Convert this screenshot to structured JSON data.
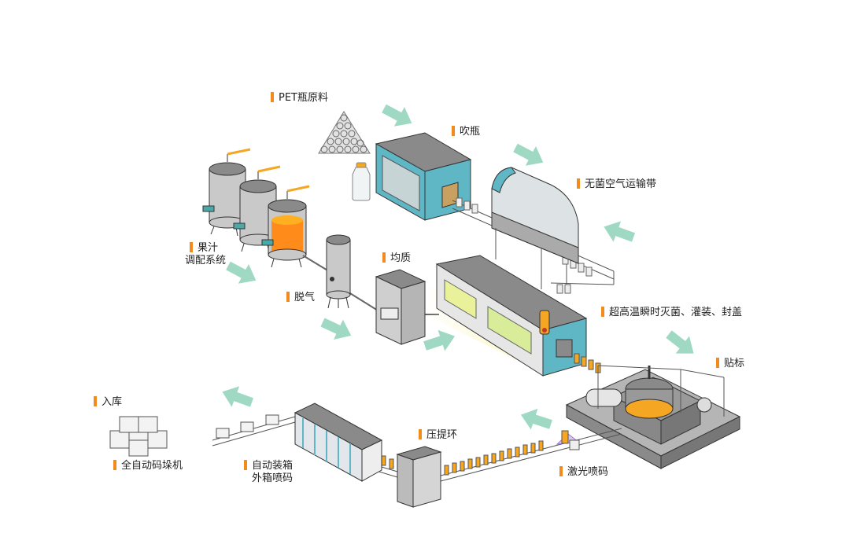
{
  "title": "果汁生产线流程图",
  "labels": {
    "pet_material": "PET瓶原料",
    "blow_molding": "吹瓶",
    "sterile_air_conveyor": "无菌空气运输带",
    "juice_line1": "果汁",
    "juice_line2": "调配系统",
    "homogenize": "均质",
    "degas": "脱气",
    "uht_fill_cap": "超高温瞬时灭菌、灌装、封盖",
    "labeling": "贴标",
    "storage": "入库",
    "handle_ring": "压提环",
    "palletizer": "全自动码垛机",
    "case_packer_line1": "自动装箱",
    "case_packer_line2": "外箱喷码",
    "laser_coding": "激光喷码"
  },
  "colors": {
    "accent": "#f28a1c",
    "arrow": "#9fd9c3",
    "machine_teal": "#5fb7c6",
    "machine_gray": "#8a8a8a",
    "juice": "#ff8c1a"
  }
}
